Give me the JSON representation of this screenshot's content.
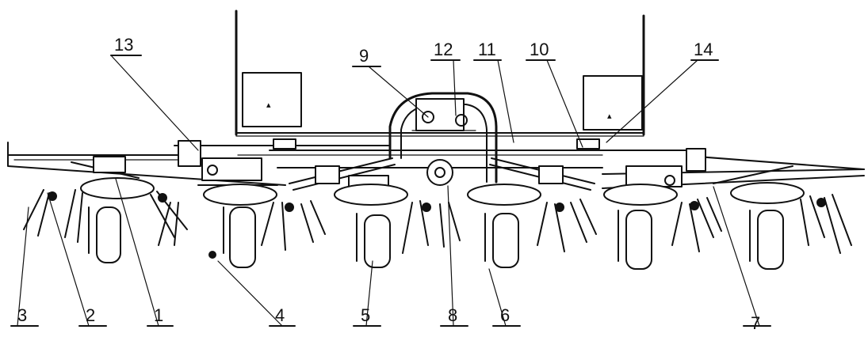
{
  "diagram": {
    "callouts": [
      "1",
      "2",
      "3",
      "4",
      "5",
      "6",
      "7",
      "8",
      "9",
      "10",
      "11",
      "12",
      "13",
      "14"
    ],
    "colors": {
      "ink": "#111111",
      "paper": "#ffffff"
    }
  }
}
